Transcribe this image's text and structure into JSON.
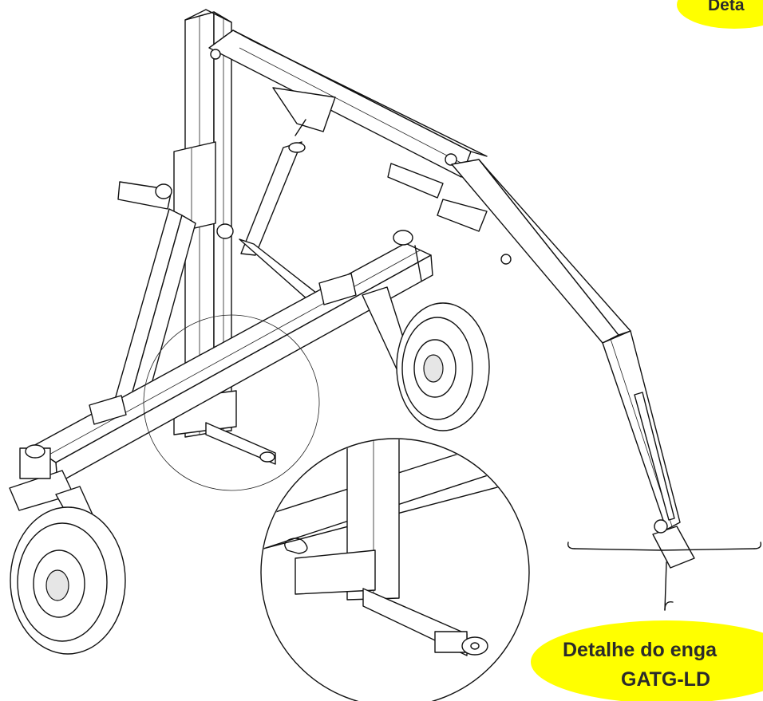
{
  "callouts": {
    "top_right_label": "Deta",
    "bottom_right_line1": "Detalhe do enga",
    "bottom_right_line2": "GATG-LD",
    "bubble_color": "#ffff00"
  },
  "zoom_circle_hint": {
    "detail_color": "#000000"
  }
}
